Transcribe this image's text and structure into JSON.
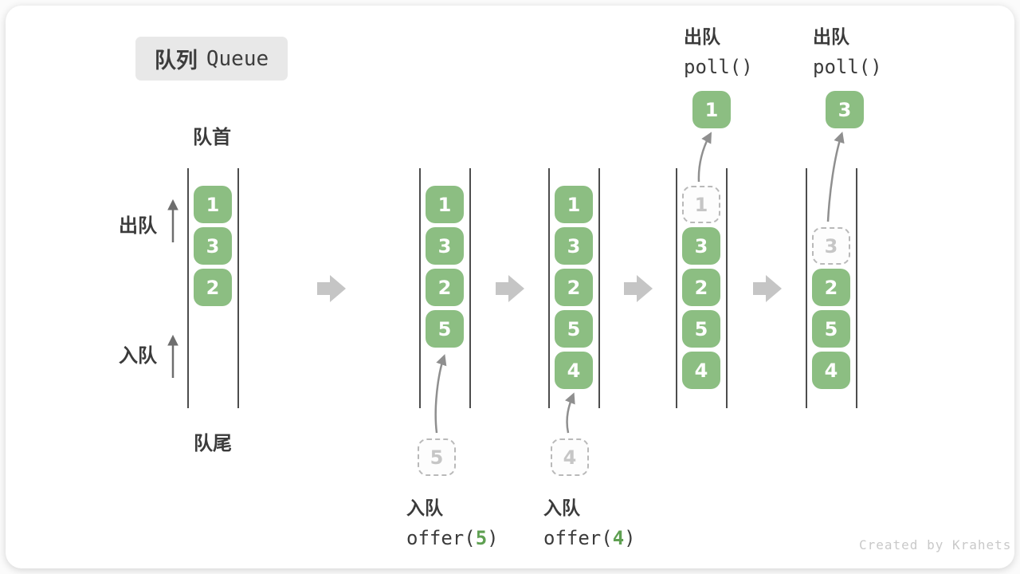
{
  "title": {
    "zh": "队列",
    "en": "Queue"
  },
  "side_labels": {
    "front": "队首",
    "rear": "队尾",
    "dequeue": "出队",
    "enqueue": "入队"
  },
  "colors": {
    "box_green": "#8cbe82",
    "code_green": "#5fa052",
    "ghost_border": "#b9b9b9",
    "ghost_text": "#c6c6c6",
    "rail": "#4d4d4d",
    "block_arrow": "#c5c5c5",
    "flow_arrow": "#8f8f8f",
    "label_arrow": "#6e6e6e"
  },
  "states": [
    {
      "slots": [
        "1",
        "3",
        "2"
      ]
    },
    {
      "slots": [
        "1",
        "3",
        "2",
        "5"
      ],
      "incoming_value": "5",
      "op": {
        "action": "入队",
        "code_before": "offer(",
        "arg": "5",
        "code_after": ")"
      }
    },
    {
      "slots": [
        "1",
        "3",
        "2",
        "5",
        "4"
      ],
      "incoming_value": "4",
      "op": {
        "action": "入队",
        "code_before": "offer(",
        "arg": "4",
        "code_after": ")"
      }
    },
    {
      "ghost_value": "1",
      "slots": [
        "3",
        "2",
        "5",
        "4"
      ],
      "outgoing_value": "1",
      "op": {
        "action": "出队",
        "code": "poll()"
      }
    },
    {
      "ghost_value": "3",
      "slots": [
        "2",
        "5",
        "4"
      ],
      "outgoing_value": "3",
      "op": {
        "action": "出队",
        "code": "poll()"
      }
    }
  ],
  "credit": "Created by Krahets"
}
